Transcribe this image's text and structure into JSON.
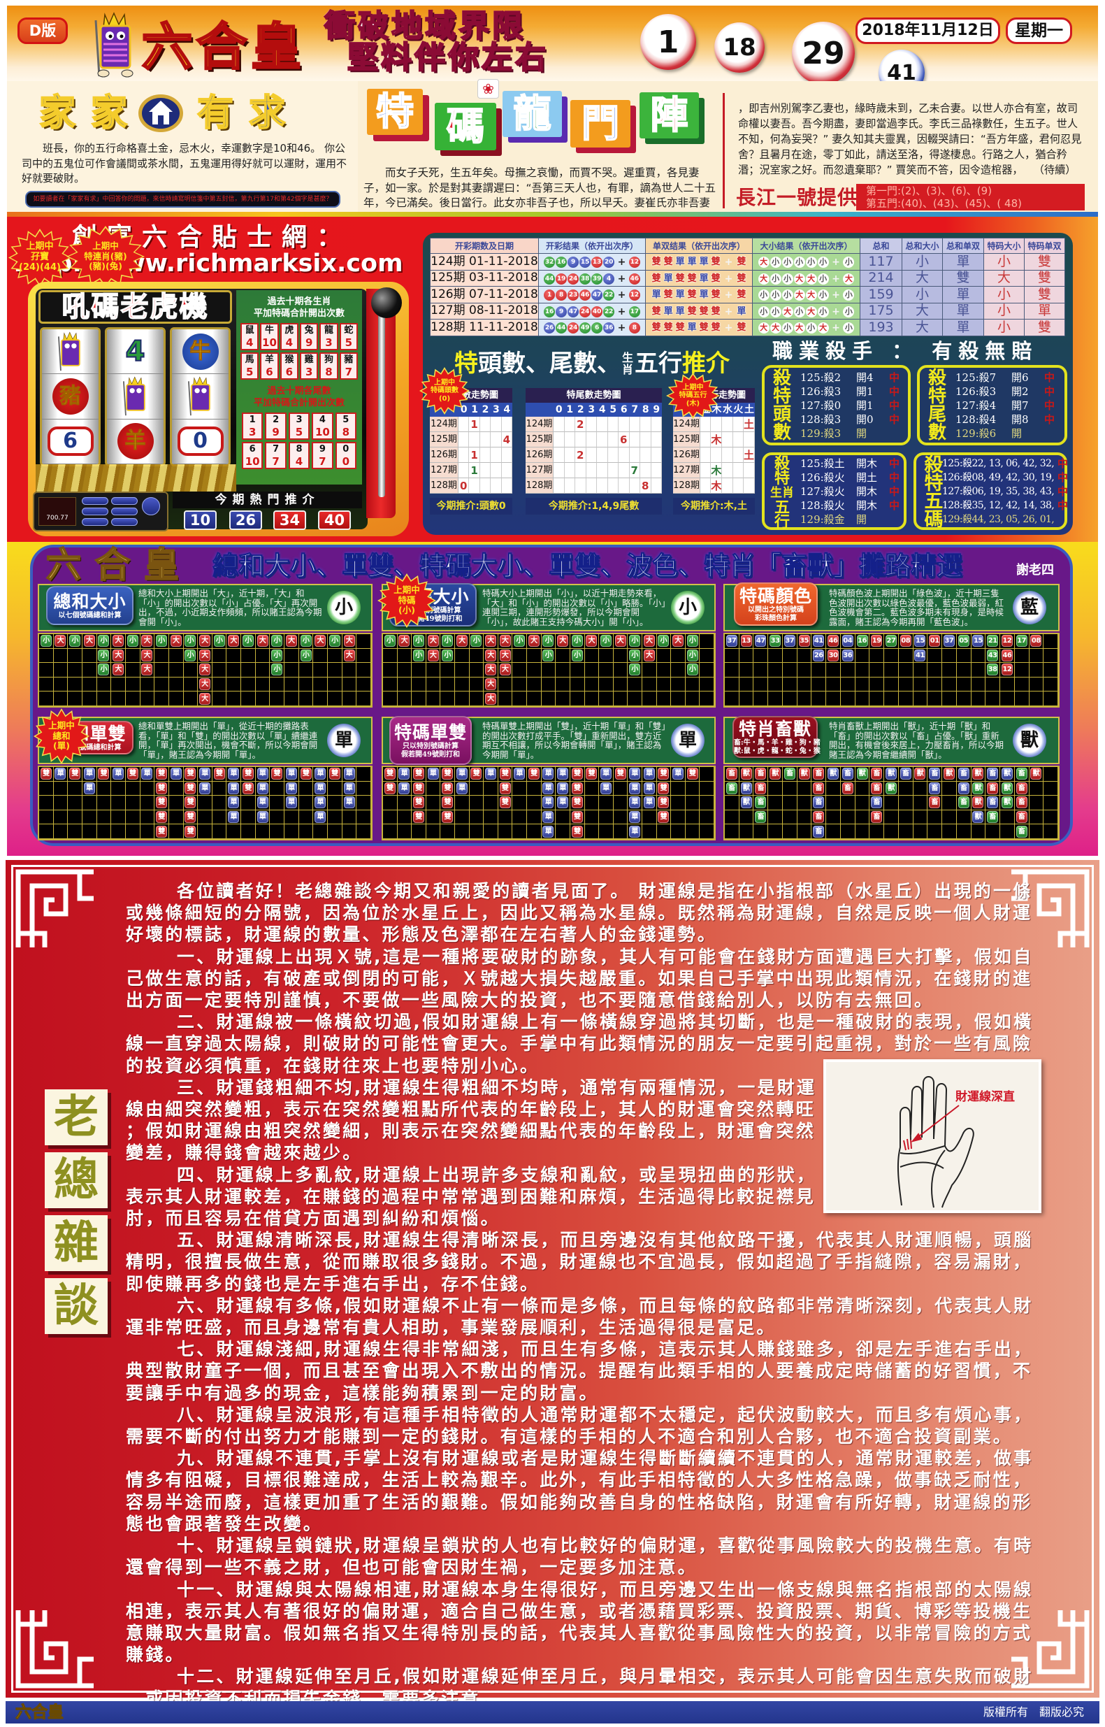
{
  "header": {
    "edition_badge": "D版",
    "logo_text": "六合皇",
    "slogan": [
      "衝破地域界限",
      "堅料伴你左右"
    ],
    "draw_balls": [
      {
        "number": "1",
        "color": "red"
      },
      {
        "number": "18",
        "color": "red"
      },
      {
        "number": "29",
        "color": "red"
      },
      {
        "number": "41",
        "color": "blue"
      }
    ],
    "date": "2018年11月12日",
    "weekday": "星期一"
  },
  "jiajia": {
    "title_left": "家家",
    "title_right": "有求",
    "icon": "house-icon",
    "body": "班長，你的五行命格喜土金，忌木火，幸運數字是10和46。 你公司中的五鬼位可作會議間或茶水間，五鬼運用得好就可以運財，運用不好就要破財。",
    "note": "如要讀者在「家家有求」中回答你的問題，來信時請寫明信箋中第五封信，第九行第17和第42個字是甚麼？"
  },
  "longmen": {
    "title_chars": [
      "特",
      "碼",
      "龍",
      "門",
      "陣"
    ],
    "icon": "flower-icon",
    "body": "而女子夭死，生五年矣。母撫之哀慟，而賈不哭。遲重賈，各見妻子，如一家。於是對其妻謂遲曰：“吾第三天人也，有罪，謫為世人二十五年，今已滿矣。後日當行。此女亦非吾子也，所以早夭。妻崔氏亦非吾妻",
    "body_cont": "，即吉州別駕李乙妻也，緣時歲未到，乙未合妻。以世人亦合有室，故司命權以妻吾。吾今期盡，妻即當過李氏。李氏三品祿數任，生五子。世人不知，何為妄哭？” 妻久知其夫靈異，因輟哭請曰：“吾方年盛，君何忍見舍？且暑月在途，零丁如此，請送至洛，得遂棲息。行路之人，猶合矜湣；況室家之好。而忽遺棄耶？” 賈笑而不答，因令造棺器，　　（待續）",
    "provider": "長江一號提供",
    "picks": [
      "第一門:(2)、(3)、(6)、(9)",
      "第五門:(40)、(43)、(45)、( 48)"
    ]
  },
  "slot": {
    "site_title": "創富六合貼士網：",
    "site_url": "http://www.richmarksix.com",
    "bursts": [
      [
        "上期中",
        "孖寶",
        "(24)(44)"
      ],
      [
        "上期中",
        "特連肖(豬)",
        "(豬)(兔)"
      ]
    ],
    "machine_title": "吼碼老虎機",
    "reels": [
      [
        "mascot",
        "豬",
        "6"
      ],
      [
        "4",
        "mascot",
        "羊"
      ],
      [
        "牛",
        "mascot",
        "0"
      ]
    ],
    "zodiac_heading": [
      "過去十期各生肖",
      "平加特碼合計開出次數"
    ],
    "zodiac_counts": [
      {
        "name": "鼠",
        "count": "4"
      },
      {
        "name": "牛",
        "count": "10"
      },
      {
        "name": "虎",
        "count": "4"
      },
      {
        "name": "兔",
        "count": "9"
      },
      {
        "name": "龍",
        "count": "3"
      },
      {
        "name": "蛇",
        "count": "5"
      },
      {
        "name": "馬",
        "count": "5"
      },
      {
        "name": "羊",
        "count": "6"
      },
      {
        "name": "猴",
        "count": "6"
      },
      {
        "name": "雞",
        "count": "3"
      },
      {
        "name": "狗",
        "count": "8"
      },
      {
        "name": "豬",
        "count": "7"
      }
    ],
    "tail_heading": [
      "過去十期各尾數",
      "平加特碼合計開出次數"
    ],
    "tail_counts": [
      {
        "digit": "1",
        "count": "3"
      },
      {
        "digit": "2",
        "count": "9"
      },
      {
        "digit": "3",
        "count": "5"
      },
      {
        "digit": "4",
        "count": "10"
      },
      {
        "digit": "5",
        "count": "8"
      },
      {
        "digit": "6",
        "count": "10"
      },
      {
        "digit": "7",
        "count": "7"
      },
      {
        "digit": "8",
        "count": "4"
      },
      {
        "digit": "9",
        "count": "7"
      },
      {
        "digit": "0",
        "count": "0"
      }
    ],
    "credit": "700.77",
    "hot_label": "今期熱門推介",
    "hot_numbers": [
      {
        "n": "10",
        "color": "blue"
      },
      {
        "n": "26",
        "color": "blue"
      },
      {
        "n": "34",
        "color": "red"
      },
      {
        "n": "40",
        "color": "red"
      }
    ]
  },
  "palette": {
    "r": "#d42a2a",
    "g": "#2a9a3a",
    "b": "#3548a8"
  },
  "results": {
    "headers": [
      "开彩期数及日期",
      "开彩结果（依开出次序）",
      "单双结果（依开出次序）",
      "大小结果（依开出次序）",
      "总和",
      "总和大小",
      "总和单双",
      "特码大小",
      "特码单双"
    ],
    "plus": "+",
    "rows": [
      {
        "period": "124期 01-11-2018",
        "balls": [
          "32",
          "16",
          "9",
          "15",
          "13",
          "20"
        ],
        "ball_colors": [
          "g",
          "g",
          "b",
          "b",
          "r",
          "b"
        ],
        "special": "12",
        "special_color": "r",
        "odd_even": [
          "雙",
          "雙",
          "單",
          "單",
          "單",
          "雙"
        ],
        "odd_even_special": "雙",
        "size": [
          "大",
          "小",
          "小",
          "小",
          "小",
          "小"
        ],
        "size_special": "小",
        "sum": "117",
        "sum_size": "小",
        "sum_odd_even": "單",
        "special_size": "小",
        "special_odd_even": "雙"
      },
      {
        "period": "125期 03-11-2018",
        "balls": [
          "44",
          "19",
          "24",
          "38",
          "39",
          "4"
        ],
        "ball_colors": [
          "g",
          "r",
          "r",
          "g",
          "g",
          "b"
        ],
        "special": "46",
        "special_color": "r",
        "odd_even": [
          "雙",
          "單",
          "雙",
          "雙",
          "單",
          "雙"
        ],
        "odd_even_special": "雙",
        "size": [
          "大",
          "小",
          "小",
          "大",
          "大",
          "小"
        ],
        "size_special": "大",
        "sum": "214",
        "sum_size": "大",
        "sum_odd_even": "雙",
        "special_size": "大",
        "special_odd_even": "雙"
      },
      {
        "period": "126期 07-11-2018",
        "balls": [
          "1",
          "8",
          "23",
          "46",
          "47",
          "22"
        ],
        "ball_colors": [
          "r",
          "r",
          "r",
          "r",
          "b",
          "g"
        ],
        "special": "12",
        "special_color": "r",
        "odd_even": [
          "單",
          "雙",
          "單",
          "雙",
          "單",
          "雙"
        ],
        "odd_even_special": "雙",
        "size": [
          "小",
          "小",
          "小",
          "大",
          "大",
          "小"
        ],
        "size_special": "小",
        "sum": "159",
        "sum_size": "小",
        "sum_odd_even": "單",
        "special_size": "小",
        "special_odd_even": "雙"
      },
      {
        "period": "127期 08-11-2018",
        "balls": [
          "16",
          "9",
          "47",
          "24",
          "40",
          "22"
        ],
        "ball_colors": [
          "g",
          "b",
          "b",
          "r",
          "r",
          "g"
        ],
        "special": "17",
        "special_color": "g",
        "odd_even": [
          "雙",
          "單",
          "單",
          "雙",
          "雙",
          "雙"
        ],
        "odd_even_special": "單",
        "size": [
          "小",
          "小",
          "大",
          "小",
          "大",
          "小"
        ],
        "size_special": "小",
        "sum": "175",
        "sum_size": "大",
        "sum_odd_even": "單",
        "special_size": "小",
        "special_odd_even": "單"
      },
      {
        "period": "128期 11-11-2018",
        "balls": [
          "26",
          "44",
          "24",
          "49",
          "6",
          "36"
        ],
        "ball_colors": [
          "b",
          "g",
          "r",
          "g",
          "g",
          "b"
        ],
        "special": "8",
        "special_color": "r",
        "odd_even": [
          "雙",
          "雙",
          "雙",
          "單",
          "雙",
          "雙"
        ],
        "odd_even_special": "雙",
        "size": [
          "大",
          "大",
          "小",
          "大",
          "小",
          "大"
        ],
        "size_special": "小",
        "sum": "193",
        "sum_size": "大",
        "sum_odd_even": "單",
        "special_size": "小",
        "special_odd_even": "雙"
      }
    ]
  },
  "trend": {
    "title": {
      "a": "特",
      "b": "頭數、尾數、",
      "c_top": "生",
      "c_bottom": "肖",
      "d": "五行",
      "e": "推介"
    },
    "tables": [
      {
        "title": "特頭數走勢圖",
        "columns": [
          "0",
          "1",
          "2",
          "3",
          "4"
        ],
        "rows": [
          {
            "period": "124期",
            "col": 1,
            "value": "1",
            "color": "r"
          },
          {
            "period": "125期",
            "col": 4,
            "value": "4",
            "color": "r"
          },
          {
            "period": "126期",
            "col": 1,
            "value": "1",
            "color": "r"
          },
          {
            "period": "127期",
            "col": 1,
            "value": "1",
            "color": "g"
          },
          {
            "period": "128期",
            "col": 0,
            "value": "0",
            "color": "r"
          }
        ],
        "recommend": "今期推介:頭數0",
        "burst": [
          "上期中",
          "特碼頭數",
          "(0)"
        ]
      },
      {
        "title": "特尾數走勢圖",
        "columns": [
          "0",
          "1",
          "2",
          "3",
          "4",
          "5",
          "6",
          "7",
          "8",
          "9"
        ],
        "rows": [
          {
            "period": "124期",
            "col": 2,
            "value": "2",
            "color": "r"
          },
          {
            "period": "125期",
            "col": 6,
            "value": "6",
            "color": "r"
          },
          {
            "period": "126期",
            "col": 2,
            "value": "2",
            "color": "r"
          },
          {
            "period": "127期",
            "col": 7,
            "value": "7",
            "color": "g"
          },
          {
            "period": "128期",
            "col": 8,
            "value": "8",
            "color": "r"
          }
        ],
        "recommend": "今期推介:1,4,9尾數"
      },
      {
        "title": "特碼五行走勢圖",
        "columns": [
          "金",
          "木",
          "水",
          "火",
          "土"
        ],
        "rows": [
          {
            "period": "124期",
            "col": 4,
            "value": "土",
            "color": "r"
          },
          {
            "period": "125期",
            "col": 1,
            "value": "木",
            "color": "r"
          },
          {
            "period": "126期",
            "col": 4,
            "value": "土",
            "color": "r"
          },
          {
            "period": "127期",
            "col": 1,
            "value": "木",
            "color": "g"
          },
          {
            "period": "128期",
            "col": 1,
            "value": "木",
            "color": "r"
          }
        ],
        "recommend": "今期推介:木,土",
        "burst": [
          "上期中",
          "特碼五行",
          "(木)"
        ]
      }
    ]
  },
  "killer": {
    "title": "職業殺手 ： 有殺無賠",
    "boxes": [
      {
        "label": [
          "殺",
          "特",
          "頭",
          "數"
        ],
        "rows": [
          {
            "kill": "125:殺2",
            "open": "開4",
            "hit": "中"
          },
          {
            "kill": "126:殺3",
            "open": "開1",
            "hit": "中"
          },
          {
            "kill": "127:殺0",
            "open": "開1",
            "hit": "中"
          },
          {
            "kill": "128:殺3",
            "open": "開0",
            "hit": "中"
          },
          {
            "kill": "129:殺3",
            "open": "開",
            "hit": ""
          }
        ]
      },
      {
        "label": [
          "殺",
          "特",
          "尾",
          "數"
        ],
        "rows": [
          {
            "kill": "125:殺7",
            "open": "開6",
            "hit": "中"
          },
          {
            "kill": "126:殺3",
            "open": "開2",
            "hit": "中"
          },
          {
            "kill": "127:殺4",
            "open": "開7",
            "hit": "中"
          },
          {
            "kill": "128:殺4",
            "open": "開8",
            "hit": "中"
          },
          {
            "kill": "129:殺6",
            "open": "開",
            "hit": ""
          }
        ]
      },
      {
        "label": [
          "殺",
          "特",
          "生肖",
          "五",
          "行"
        ],
        "rows": [
          {
            "kill": "125:殺土",
            "open": "開木",
            "hit": "中"
          },
          {
            "kill": "126:殺火",
            "open": "開土",
            "hit": "中"
          },
          {
            "kill": "127:殺火",
            "open": "開木",
            "hit": "中"
          },
          {
            "kill": "128:殺火",
            "open": "開木",
            "hit": "中"
          },
          {
            "kill": "129:殺金",
            "open": "開",
            "hit": ""
          }
        ]
      },
      {
        "label": [
          "殺",
          "特",
          "五",
          "碼"
        ],
        "rows": [
          {
            "kill": "125:殺22, 13, 06, 42, 32,",
            "open": "",
            "hit": "中"
          },
          {
            "kill": "126:殺08, 49, 42, 30, 19,",
            "open": "",
            "hit": "中"
          },
          {
            "kill": "127:殺06, 19, 35, 38, 43,",
            "open": "",
            "hit": "中"
          },
          {
            "kill": "128:殺35, 12, 42, 14, 38,",
            "open": "",
            "hit": "中"
          },
          {
            "kill": "129:殺44, 23, 05, 26, 01,",
            "open": "",
            "hit": ""
          }
        ]
      }
    ]
  },
  "road": {
    "logo": "六合皇",
    "title": "總和大小、單雙、特碼大小、單雙、波色、特肖「畜獸」攤路精選",
    "author": "謝老四",
    "panels": [
      {
        "label": "總和大小",
        "label_sub": [
          "以七個號碼總和計算"
        ],
        "text": "總和大小上期開出「大」，近十期，「大」和「小」的開出次數以「小」占優。「大」再次開出，不過，小近期攴作頻頻，所以賭王認為今期會開「小」。",
        "ball": "小",
        "ball_color": "g",
        "grid": [
          "g小 r大 g小 r大 g小 r大 g小 r大 g小 r大 g小 r大 g小 r大 g小 r大 g小 r大 g小 r大 g小 r大 -",
          "- - - - g小 r大 - r大 - - g小 r大 - - - - g小 - g小 - - r大 -",
          "- - - - g小 r大 - r大 - - - r大 - - - - g小 - - - - - -",
          "- - - - - - - - - - - r大 - - - - - - - - - - -",
          "- - - - - - - - - - - r大 - - - - - - - - - - -"
        ]
      },
      {
        "label": "特碼大小",
        "label_sub": [
          "只以特別號碼計算",
          "假若開49號則打和"
        ],
        "text": "特碼大小上期開出「小」，以近十期走勢來看，「大」和「小」的開出次數以「小」略勝。「小」連開三期，連開形勢爆發，所以今期會開「小」，故此賭王支持今碼大小」開「小」。",
        "ball": "小",
        "ball_color": "g",
        "burst": [
          "上期中",
          "特碼",
          "(小)"
        ],
        "grid": [
          "g小 r大 g小 r大 g小 r大 g小 r大 r大 g小 r大 g小 r大 g小 r大 g小 r大 g小 r大 g小 r大 g小 -",
          "- - g小 r大 g小 - - r大 r大 - - g小 - g小 - - - g小 r大 - - g小 -",
          "- - - - - - - r大 r大 - - - - - - - - g小 - - - g小 -",
          "- - - - - - - r大 - - - - - - - - - - - - - - -",
          "- - - - - - - r大 - - - - - - - - - - - - - - -"
        ]
      },
      {
        "label": "特碼顏色",
        "label_sub": [
          "以開出之特別號碼",
          "彩珠顏色計算"
        ],
        "text": "特碼顏色波上期開出「綠色波」，近十期三隻色波開出次數以綠色波最優，藍色波最弱，紅色波機會第二。藍色波多期未有現身，是時候露面，賭王認為今期再開「藍色波」。",
        "ball": "藍",
        "ball_color": "b",
        "grid": [
          "b37 r13 b47 g33 b37 r35 b41 r46 b04 g16 r19 g27 r08 b15 r01 b37 g05 b15 g21 r12 g17 r08 -",
          "- - - - - - b26 r30 b36 - - - - b41 - - - - g43 r46 - - -",
          "- - - - - - - - - - - - - - - - - - g38 r12 - - -",
          "- - - - - - - - - - - - - - - - - - - - - - -",
          "- - - - - - - - - - - - - - - - - - - - - - -"
        ]
      },
      {
        "label": "總和單雙",
        "label_sub": [
          "以七個號碼總和計算"
        ],
        "text": "總和單雙上期開出「單」，從近十期的攤路表看，「單」和「雙」的開出次數以「單」續繼連開，「單」再次開出，機會不斷，所以今期會開「單」，賭王認為今期開「單」。",
        "ball": "單",
        "ball_color": "b",
        "burst": [
          "上期中",
          "總和",
          "(單)"
        ],
        "grid": [
          "r雙 b單 r雙 b單 r雙 b單 r雙 b單 r雙 b單 r雙 b單 r雙 b單 r雙 b單 r雙 b單 r雙 b單 r雙 b單 -",
          "- - - b單 - - - - r雙 - r雙 b單 - b單 r雙 b單 - b單 - b單 - b單 -",
          "- - - - - - - - r雙 - r雙 - - b單 - b單 - b單 - b單 - b單 -",
          "- - - - - - - - r雙 - r雙 - - b單 - b單 - - - b單 - - -",
          "- - - - - - - - r雙 - r雙 - - - - - - - - - - - -"
        ]
      },
      {
        "label": "特碼單雙",
        "label_sub": [
          "只以特別號碼計算",
          "假若開49號則打和"
        ],
        "text": "特碼單雙上期開出「雙」，近十期「單」和「雙」的開出次數打成平手。「雙」重新開出，雙方近期互不相讓，所以今期會轉開「單」，賭王認為今期開「單」。",
        "ball": "單",
        "ball_color": "b",
        "grid": [
          "r雙 b單 r雙 b單 r雙 b單 r雙 b單 r雙 b單 r雙 b單 b單 r雙 r雙 b單 r雙 b單 b單 r雙 b單 r雙 -",
          "r雙 b單 r雙 - r雙 b單 - - r雙 - - b單 b單 r雙 - b單 - b單 b單 r雙 - - -",
          "- - r雙 - r雙 - - - r雙 - - b單 b單 r雙 - - - b單 b單 r雙 - - -",
          "- - r雙 - r雙 - - - - - - b單 - r雙 - - - b單 - r雙 - - -",
          "- - - - - - - - - - - b單 - r雙 - - - b單 - - - - -"
        ]
      },
      {
        "label": "特肖畜獸",
        "label_sub": [
          "畜:牛・馬・羊・雞・狗・豬",
          "獸:鼠・虎・龍・蛇・兔・猴"
        ],
        "text": "特肖畜獸上期開出「獸」，近十期「獸」和「畜」的開出次數以「畜」占優。「獸」重新開出，有機會後來居上，力壓畜肖，所以今期賭王認為今期會繼續開「獸」。",
        "ball": "獸",
        "ball_color": "b",
        "grid": [
          "r畜 r獸 r畜 r獸 g畜 r獸 r畜 b獸 b畜 g獸 r畜 b獸 b畜 r獸 b畜 r獸 b畜 r獸 b畜 b獸 g畜 r獸 -",
          "g畜 b獸 r畜 - - - r畜 - r畜 - r畜 g獸 - - b畜 - b畜 g獸 r畜 g獸 r畜 - -",
          "- b獸 g畜 - - - b畜 - - - b畜 - - - r畜 - g畜 r獸 b畜 g獸 r畜 - -",
          "- - g畜 - - - r畜 - - - r畜 - - - - - - b獸 g畜 - r畜 - -",
          "- - - - - - b畜 - - - - - - - - - - - - - g畜 - -"
        ]
      }
    ]
  },
  "article": {
    "column_title": [
      "老",
      "總",
      "雜",
      "談"
    ],
    "palm_caption": "財運線深直",
    "paragraphs": [
      "各位讀者好！老總雜談今期又和親愛的讀者見面了。 財運線是指在小指根部（水星丘）出現的一條或幾條細短的分隔號，因為位於水星丘上，因此又稱為水星線。既然稱為財運線，自然是反映一個人財運好壞的標誌，財運線的數量、形態及色澤都在左右著人的金錢運勢。",
      "一、財運線上出現Ｘ號,這是一種將要破財的跡象，其人有可能會在錢財方面遭遇巨大打擊，假如自己做生意的話，有破產或倒閉的可能，Ｘ號越大損失越嚴重。如果自己手掌中出現此類情況，在錢財的進出方面一定要特別謹慎，不要做一些風險大的投資，也不要隨意借錢給別人，以防有去無回。",
      "二、財運線被一條橫紋切過,假如財運線上有一條橫線穿過將其切斷，也是一種破財的表現，假如橫線一直穿過太陽線，則破財的可能性會更大。手掌中有此類情況的朋友一定要引起重視，對於一些有風險的投資必須慎重，在錢財往來上也要特別小心。",
      "三、財運錢粗細不均,財運線生得粗細不均時，通常有兩種情況，一是財運線由細突然變粗，表示在突然變粗點所代表的年齡段上，其人的財運會突然轉旺；假如財運線由粗突然變細，則表示在突然變細點代表的年齡段上，財運會突然變差，賺得錢會越來越少。",
      "四、財運線上多亂紋,財運線上出現許多支線和亂紋，或呈現扭曲的形狀，表示其人財運較差，在賺錢的過程中常常遇到困難和麻煩，生活過得比較捉襟見肘，而且容易在借貸方面遇到糾紛和煩惱。",
      "五、財運線清晰深長,財運線生得清晰深長，而且旁邊沒有其他紋路干擾，代表其人財運順暢，頭腦精明，很擅長做生意，從而賺取很多錢財。不過，財運線也不宜過長，假如超過了手指縫隙，容易漏財，即使賺再多的錢也是左手進右手出，存不住錢。",
      "六、財運線有多條,假如財運線不止有一條而是多條，而且每條的紋路都非常清晰深刻，代表其人財運非常旺盛，而且身邊常有貴人相助，事業發展順利，生活過得很是富足。",
      "七、財運線淺細,財運線生得非常細淺，而且生有多條，這表示其人賺錢雖多，卻是左手進右手出，典型散財童子一個，而且甚至會出現入不敷出的情況。提醒有此類手相的人要養成定時儲蓄的好習慣，不要讓手中有過多的現金，這樣能夠積累到一定的財富。",
      "八、財運線呈波浪形,有這種手相特徵的人通常財運都不太穩定，起伏波動較大，而且多有煩心事，需要不斷的付出努力才能賺到一定的錢財。有這樣的手相的人不適合和別人合夥，也不適合投資副業。",
      "九、財運線不連貫,手掌上沒有財運線或者是財運線生得斷斷續續不連貫的人，通常財運較差，做事情多有阻礙，目標很難達成，生活上較為艱辛。此外，有此手相特徵的人大多性格急躁，做事缺乏耐性，容易半途而廢，這樣更加重了生活的艱難。假如能夠改善自身的性格缺陷，財運會有所好轉，財運線的形態也會跟著發生改變。",
      "十、財運線呈鎖鏈狀,財運線呈鎖狀的人也有比較好的偏財運，喜歡從事風險較大的投機生意。有時還會得到一些不義之財，但也可能會因財生禍，一定要多加注意。",
      "十一、財運線與太陽線相連,財運線本身生得很好，而且旁邊又生出一條支線與無名指根部的太陽線相連，表示其人有著很好的偏財運，適合自己做生意，或者憑藉買彩票、投資股票、期貨、博彩等投機生意賺取大量財富。假如無名指又生得特別長的話，代表其人喜歡從事風險性大的投資，以非常冒險的方式賺錢。",
      "十二、財運線延伸至月丘,假如財運線延伸至月丘，與月暈相交，表示其人可能會因生意失敗而破財，或因投資不利而損失金錢，需要多注意。"
    ]
  },
  "footer": {
    "brand": "六合皇",
    "rights": "版權所有　翻版必究"
  }
}
